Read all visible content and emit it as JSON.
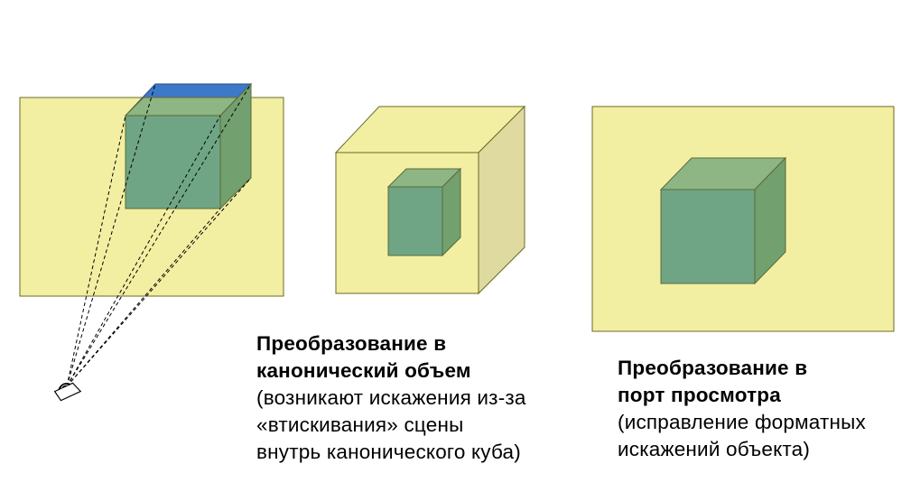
{
  "colors": {
    "plane_yellow": "#F3EFA2",
    "cube_green_front": "#6FA584",
    "cube_green_top": "#8EB584",
    "cube_green_side": "#72A06E",
    "cube_blue_top": "#3C79C9",
    "outline": "#6B6A2A",
    "dashed_ray": "#000000"
  },
  "icons": {
    "eye": "eye-icon"
  },
  "panels": {
    "canonical": {
      "title_line1": "Преобразование в",
      "title_line2": "канонический объем",
      "note_line1": "(возникают искажения из-за",
      "note_line2": "«втискивания» сцены",
      "note_line3": "внутрь канонического куба)"
    },
    "viewport": {
      "title_line1": "Преобразование в",
      "title_line2": "порт просмотра",
      "note_line1": "(исправление форматных",
      "note_line2": "искажений объекта)"
    }
  }
}
